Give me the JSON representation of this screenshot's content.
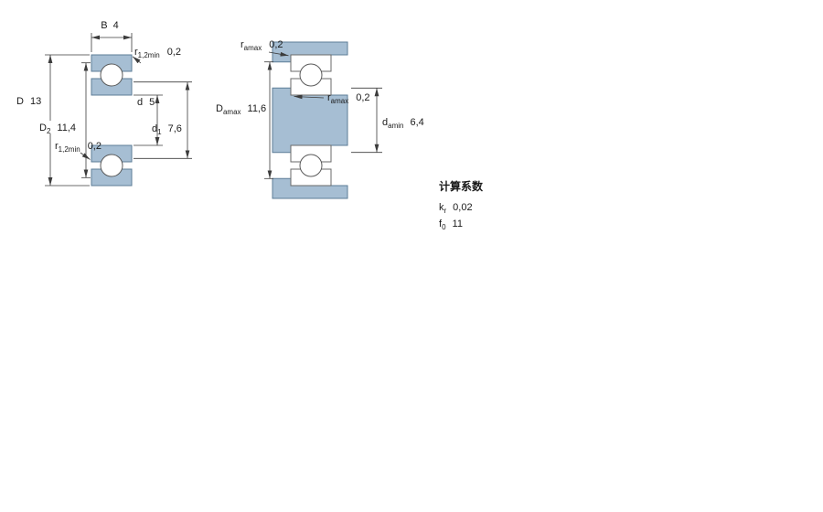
{
  "colors": {
    "section_fill": "#a6bed3",
    "section_stroke": "#5d7d97",
    "line_color": "#3c3c3c",
    "text_color": "#1a1a1a"
  },
  "left_view": {
    "width": {
      "sym": "B",
      "value": "4"
    },
    "r_top": {
      "sym": "r",
      "sub": "1,2min",
      "value": "0,2"
    },
    "outer_diameter": {
      "sym": "D",
      "value": "13"
    },
    "bore_diameter": {
      "sym": "d",
      "value": "5"
    },
    "d2": {
      "sym": "D",
      "sub": "2",
      "value": "11,4"
    },
    "d1": {
      "sym": "d",
      "sub": "1",
      "value": "7,6"
    },
    "r_bottom": {
      "sym": "r",
      "sub": "1,2min",
      "value": "0,2"
    }
  },
  "right_view": {
    "ra_top": {
      "sym": "r",
      "sub": "amax",
      "value": "0,2"
    },
    "da": {
      "sym": "D",
      "sub": "amax",
      "value": "11,6"
    },
    "ra_mid": {
      "sym": "r",
      "sub": "amax",
      "value": "0,2"
    },
    "da_min": {
      "sym": "d",
      "sub": "amin",
      "value": "6,4"
    }
  },
  "calculation_factors": {
    "heading": "计算系数",
    "rows": [
      {
        "sym": "k",
        "sub": "r",
        "value": "0,02"
      },
      {
        "sym": "f",
        "sub": "0",
        "value": "11"
      }
    ]
  }
}
